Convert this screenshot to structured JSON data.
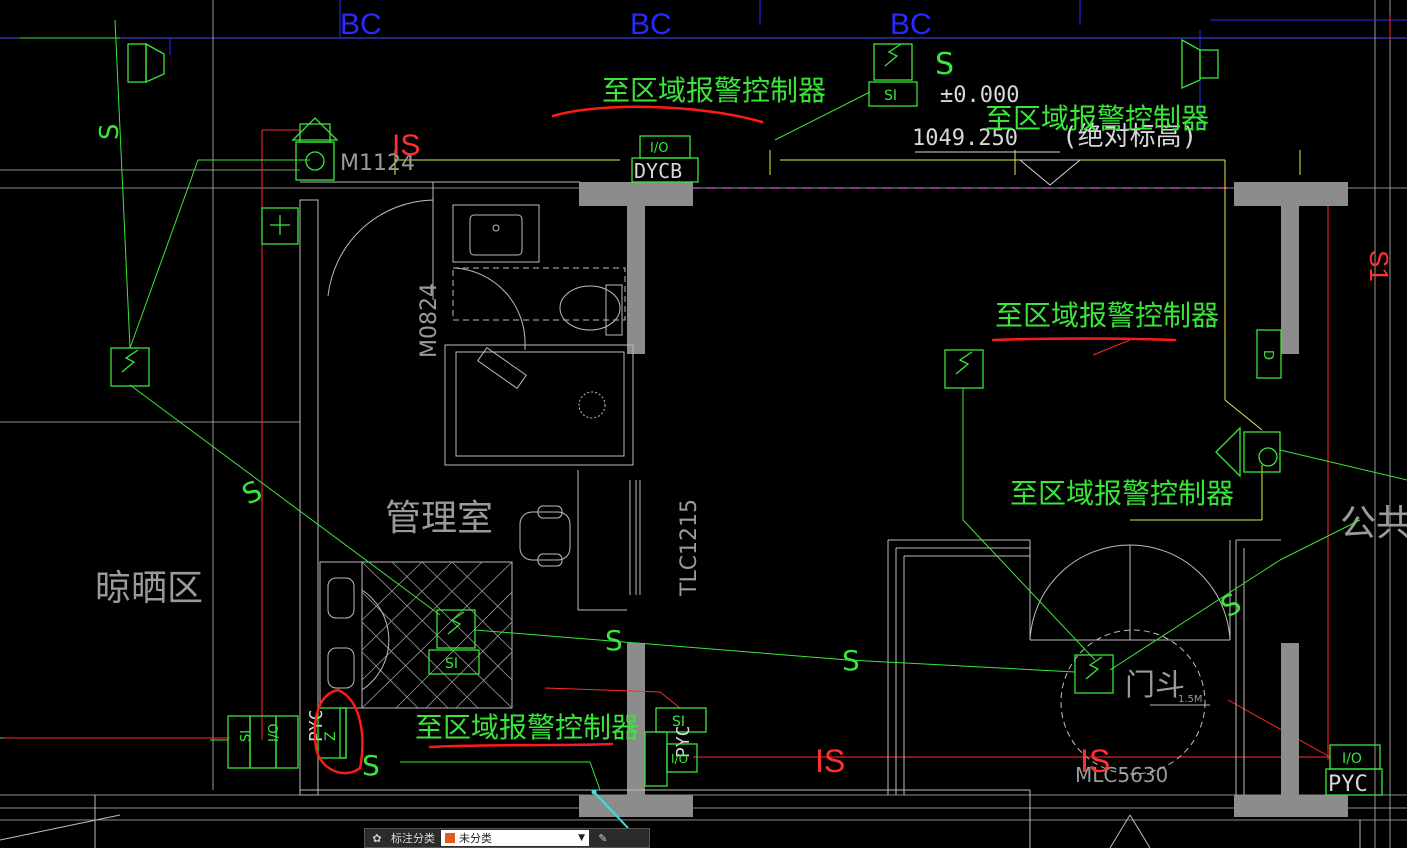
{
  "labels": {
    "alarm_controller": "至区域报警控制器",
    "room_name": "管理室",
    "drying_area": "晾晒区",
    "public": "公共",
    "door_m1124": "M1124",
    "door_m0824": "M0824",
    "window_tlc1215": "TLC1215",
    "door_mlc5630": "MLC5630",
    "elevation_zero": "±0.000",
    "elevation_abs": "1049.250",
    "elevation_note": "(绝对标高)",
    "wire_s": "S",
    "wire_1s": "IS",
    "wire_s1": "S1",
    "wire_bc": "BC",
    "box_io": "I/O",
    "box_si": "SI",
    "box_pyc": "PYC",
    "box_dycb": "DYCB",
    "box_d": "D",
    "box_z": "Z",
    "door_bucket": "门斗",
    "scale_mark": "1.5M"
  },
  "toolbar": {
    "icon": "tag-category-icon",
    "label": "标注分类",
    "selected": "未分类",
    "edit_icon": "edit-pen-icon"
  },
  "colors": {
    "background": "#000000",
    "device_green": "#39e639",
    "wall_gray": "#8c8c8c",
    "red_line": "#ff2a2a",
    "blue_line": "#2a2aff",
    "markup_red": "#ff1a1a",
    "magenta_line": "#c040c0",
    "yellow_line": "#e6e64d"
  }
}
